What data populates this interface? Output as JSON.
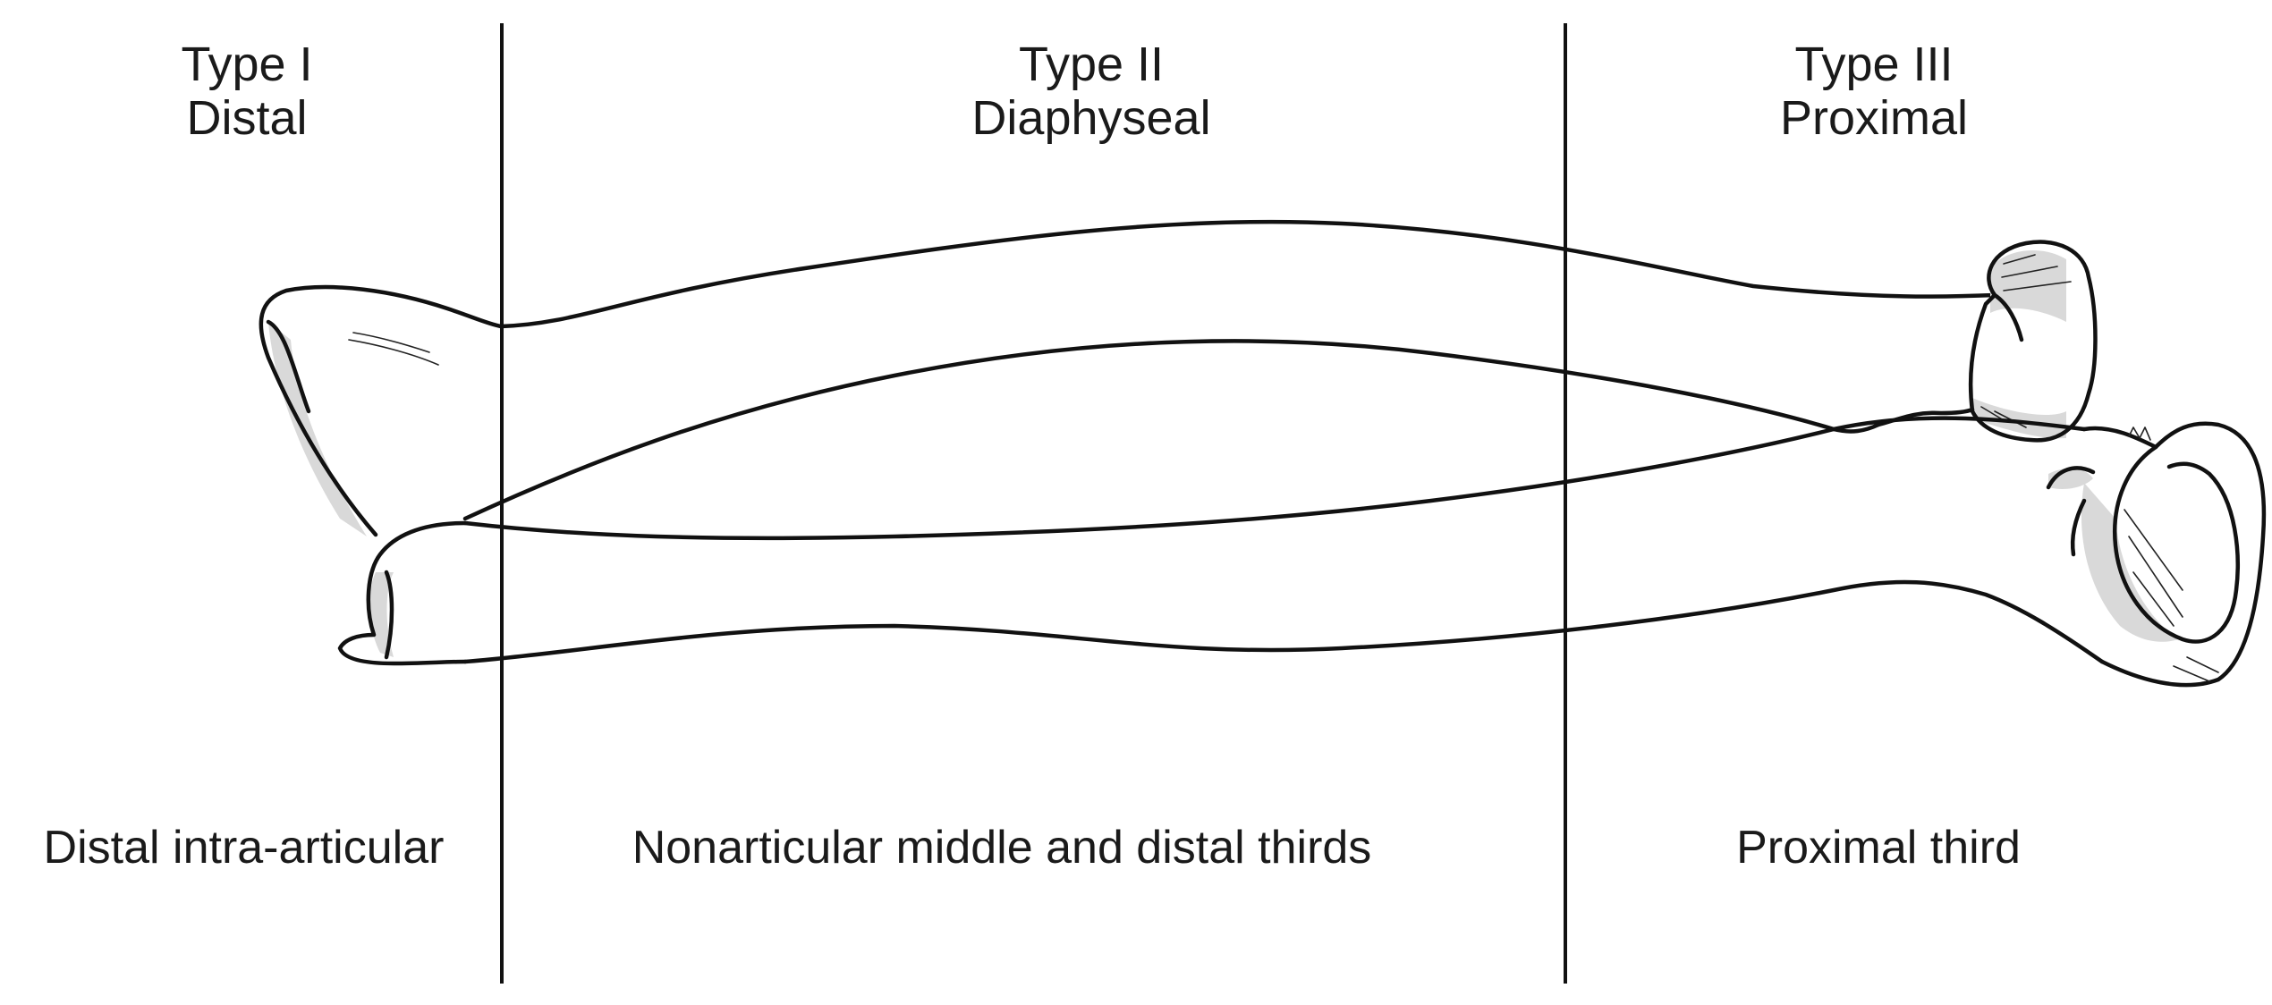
{
  "zones": [
    {
      "type_label": "Type I",
      "region_label": "Distal",
      "caption": "Distal intra-articular"
    },
    {
      "type_label": "Type II",
      "region_label": "Diaphyseal",
      "caption": "Nonarticular middle and distal thirds"
    },
    {
      "type_label": "Type III",
      "region_label": "Proximal",
      "caption": "Proximal third"
    }
  ],
  "colors": {
    "line": "#111111",
    "background": "#ffffff",
    "shading": "#d9d9d9"
  }
}
